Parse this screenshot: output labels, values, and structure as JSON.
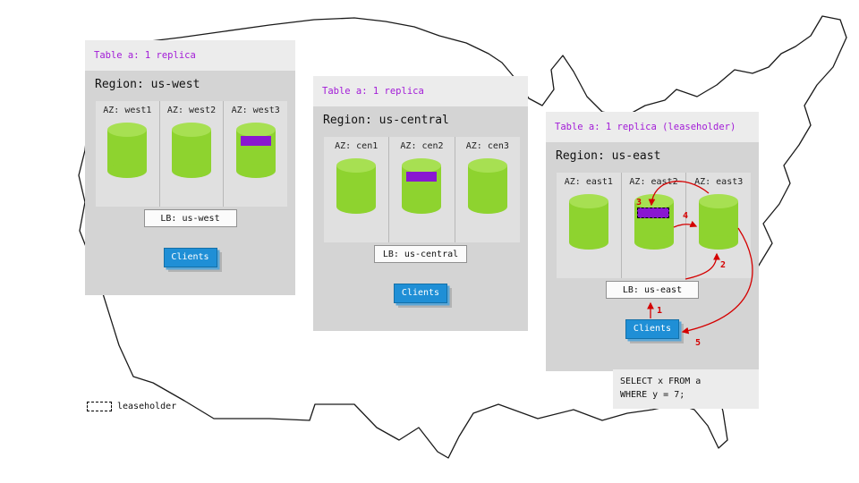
{
  "colors": {
    "accent_purple": "#a21bd7",
    "replica_band_purple": "#8917d1",
    "cylinder_green": "#8ed32f",
    "clients_blue": "#1f8fd6",
    "arrow_red": "#d40000",
    "panel_gray": "#d4d4d4",
    "header_gray": "#ececec"
  },
  "regions": [
    {
      "name": "us-west",
      "table_label": "Table a: 1 replica",
      "region_label": "Region: us-west",
      "lb_label": "LB: us-west",
      "clients_label": "Clients",
      "azs": [
        {
          "label": "AZ: west1",
          "has_replica": false,
          "is_leaseholder": false
        },
        {
          "label": "AZ: west2",
          "has_replica": false,
          "is_leaseholder": false
        },
        {
          "label": "AZ: west3",
          "has_replica": true,
          "is_leaseholder": false
        }
      ]
    },
    {
      "name": "us-central",
      "table_label": "Table a: 1 replica",
      "region_label": "Region: us-central",
      "lb_label": "LB: us-central",
      "clients_label": "Clients",
      "azs": [
        {
          "label": "AZ: cen1",
          "has_replica": false,
          "is_leaseholder": false
        },
        {
          "label": "AZ: cen2",
          "has_replica": true,
          "is_leaseholder": false
        },
        {
          "label": "AZ: cen3",
          "has_replica": false,
          "is_leaseholder": false
        }
      ]
    },
    {
      "name": "us-east",
      "table_label": "Table a: 1 replica (leaseholder)",
      "region_label": "Region: us-east",
      "lb_label": "LB: us-east",
      "clients_label": "Clients",
      "azs": [
        {
          "label": "AZ: east1",
          "has_replica": false,
          "is_leaseholder": false
        },
        {
          "label": "AZ: east2",
          "has_replica": true,
          "is_leaseholder": true
        },
        {
          "label": "AZ: east3",
          "has_replica": false,
          "is_leaseholder": false
        }
      ]
    }
  ],
  "flow_steps": [
    "1",
    "2",
    "3",
    "4",
    "5"
  ],
  "sql_box": {
    "lines": [
      "SELECT x FROM a",
      "WHERE y = 7;"
    ]
  },
  "legend": {
    "label": "leaseholder"
  }
}
